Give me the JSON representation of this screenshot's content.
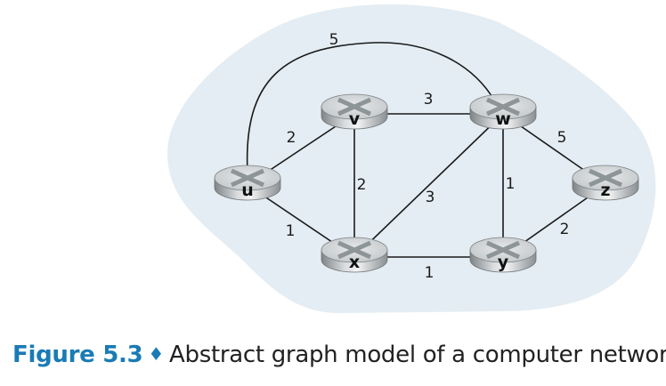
{
  "colors": {
    "cloud": "#e4edf3",
    "accent": "#1a7bb5",
    "edge": "#1a1a1a"
  },
  "graph": {
    "nodes": [
      {
        "id": "u",
        "label": "u",
        "icon": "router-icon"
      },
      {
        "id": "v",
        "label": "v",
        "icon": "router-icon"
      },
      {
        "id": "w",
        "label": "w",
        "icon": "router-icon"
      },
      {
        "id": "x",
        "label": "x",
        "icon": "router-icon"
      },
      {
        "id": "y",
        "label": "y",
        "icon": "router-icon"
      },
      {
        "id": "z",
        "label": "z",
        "icon": "router-icon"
      }
    ],
    "edges": [
      {
        "from": "u",
        "to": "w",
        "weight": "5"
      },
      {
        "from": "u",
        "to": "v",
        "weight": "2"
      },
      {
        "from": "u",
        "to": "x",
        "weight": "1"
      },
      {
        "from": "v",
        "to": "w",
        "weight": "3"
      },
      {
        "from": "v",
        "to": "x",
        "weight": "2"
      },
      {
        "from": "w",
        "to": "x",
        "weight": "3"
      },
      {
        "from": "w",
        "to": "y",
        "weight": "1"
      },
      {
        "from": "w",
        "to": "z",
        "weight": "5"
      },
      {
        "from": "x",
        "to": "y",
        "weight": "1"
      },
      {
        "from": "y",
        "to": "z",
        "weight": "2"
      }
    ]
  },
  "caption": {
    "figure_label": "Figure 5.3",
    "separator": "♦",
    "text": "Abstract graph model of a computer network"
  }
}
